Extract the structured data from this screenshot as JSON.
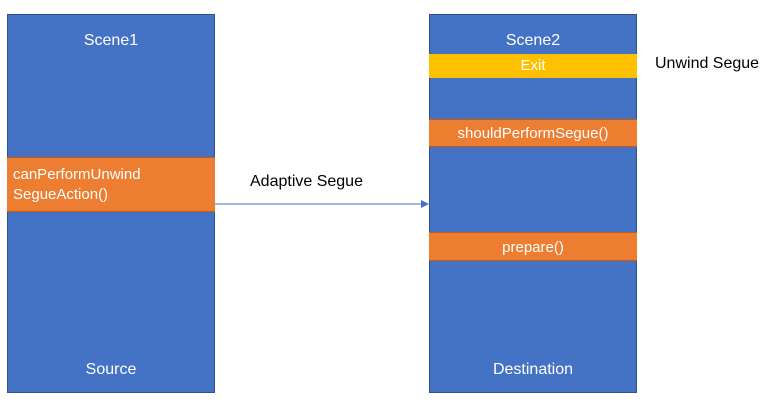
{
  "scene1": {
    "title": "Scene1",
    "band_line1": "canPerformUnwind",
    "band_line2": "SegueAction()",
    "footer": "Source"
  },
  "scene2": {
    "title": "Scene2",
    "exit_label": "Exit",
    "should_perform_label": "shouldPerformSegue()",
    "prepare_label": "prepare()",
    "footer": "Destination"
  },
  "labels": {
    "unwind_segue": "Unwind Segue",
    "adaptive_segue": "Adaptive Segue"
  },
  "colors": {
    "scene_fill": "#4472c4",
    "method_band": "#ed7d31",
    "exit_band": "#ffc000",
    "arrow": "#4472c4"
  }
}
